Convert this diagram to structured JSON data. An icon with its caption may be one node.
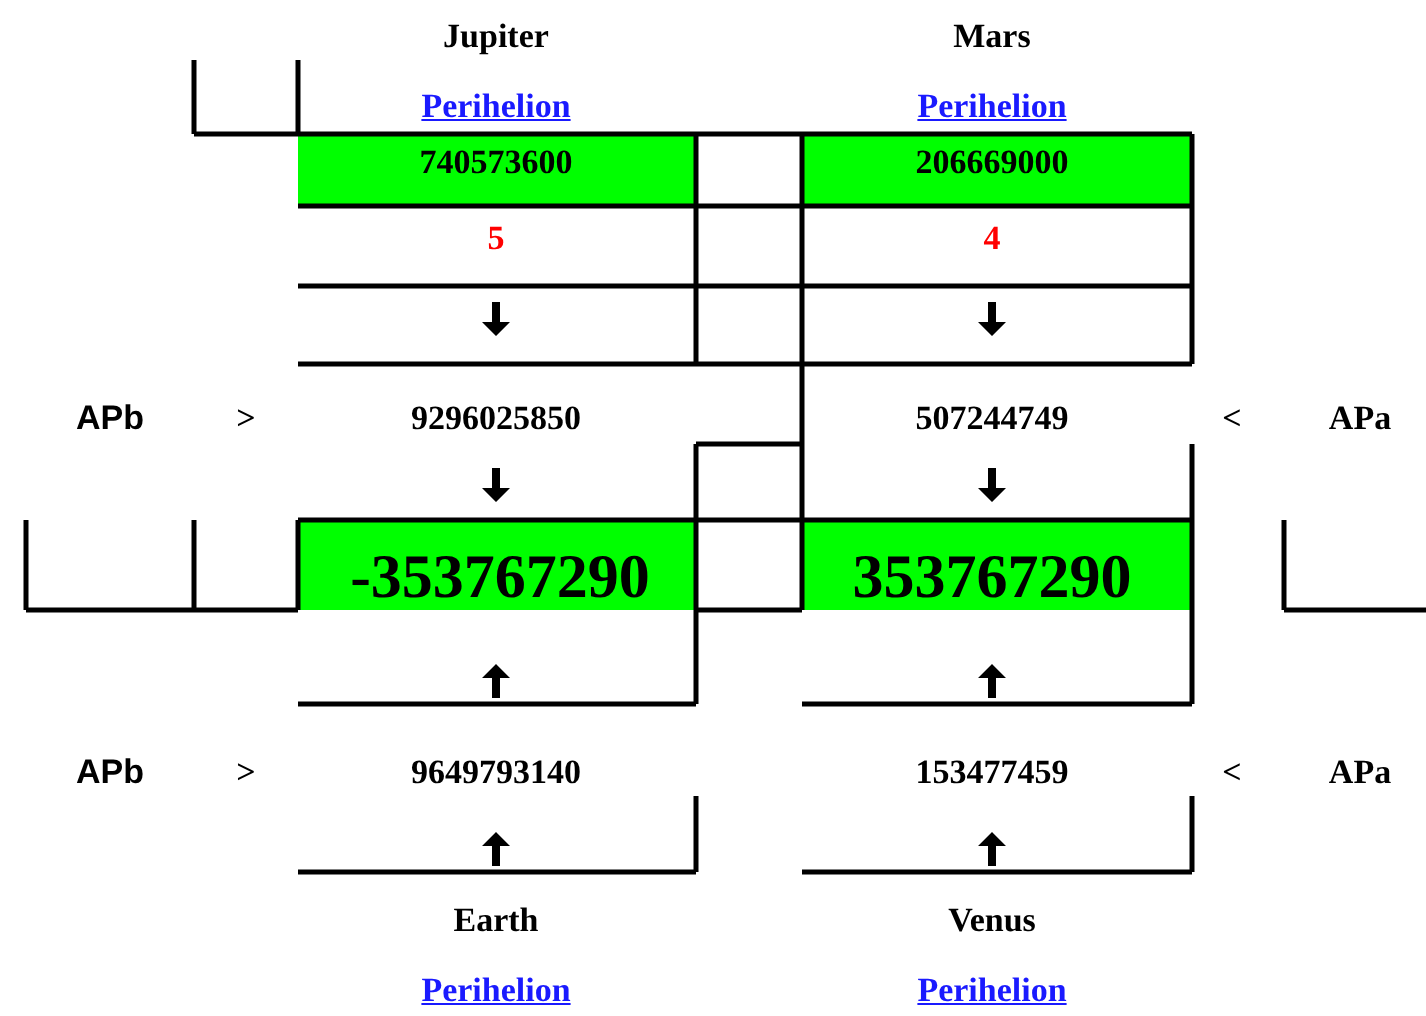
{
  "diagram": {
    "labels": [
      "Jupiter",
      "Mars",
      "Perihelion",
      "Perihelion",
      "740573600",
      "206669000",
      "5",
      "4",
      "APb",
      ">",
      "9296025850",
      "507244749",
      "<",
      "APa",
      "-353767290",
      "353767290",
      "APb",
      ">",
      "9649793140",
      "153477459",
      "<",
      "APa",
      "Earth",
      "Venus",
      "Perihelion",
      "Perihelion"
    ]
  }
}
